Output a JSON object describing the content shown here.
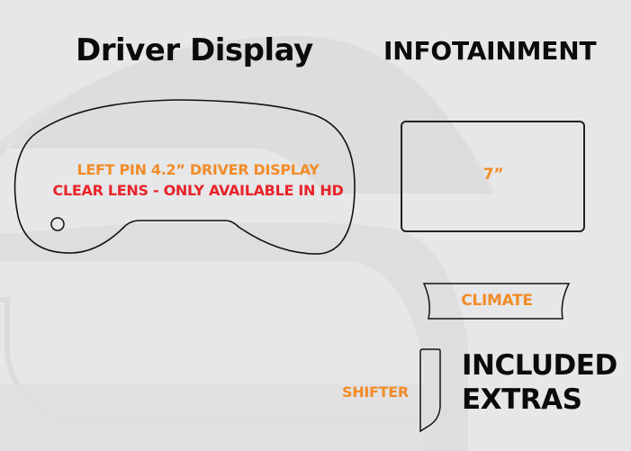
{
  "headings": {
    "driver_display": "Driver Display",
    "infotainment": "INFOTAINMENT",
    "included_extras_line1": "INCLUDED",
    "included_extras_line2": "EXTRAS"
  },
  "driver_display": {
    "label_line1": "LEFT PIN 4.2” DRIVER DISPLAY",
    "label_line2": "CLEAR LENS - ONLY AVAILABLE IN HD"
  },
  "infotainment": {
    "size_label": "7”"
  },
  "extras": {
    "climate_label": "CLIMATE",
    "shifter_label": "SHIFTER"
  },
  "colors": {
    "background": "#e6e7e8",
    "watermark": "#d9d9d9",
    "heading": "#0b0b0b",
    "outline": "#111111",
    "accent_orange": "#f28c28",
    "accent_red": "#e8242a"
  }
}
